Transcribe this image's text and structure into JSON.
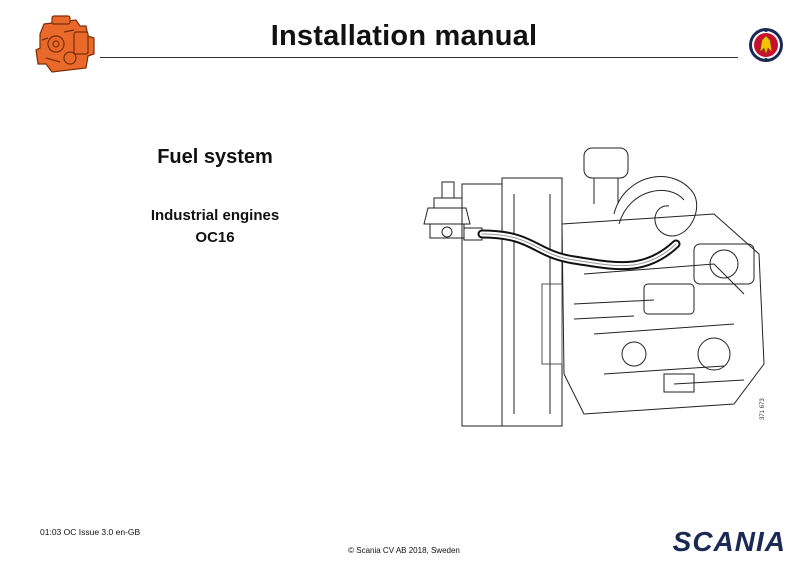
{
  "header": {
    "title": "Installation manual"
  },
  "document": {
    "title": "Fuel system",
    "subtitle_line1": "Industrial engines",
    "subtitle_line2": "OC16"
  },
  "figure": {
    "number": "371 673"
  },
  "footer": {
    "doc_id": "01:03 OC Issue 3.0  en-GB",
    "copyright": "© Scania CV AB  2018, Sweden",
    "wordmark": "SCANIA"
  },
  "icons": {
    "engine_logo": "orange-engine-icon",
    "badge": "scania-griffin-badge"
  },
  "colors": {
    "engine_orange": "#e8692a",
    "brand_navy": "#1b2a55",
    "badge_red": "#c8102e"
  }
}
